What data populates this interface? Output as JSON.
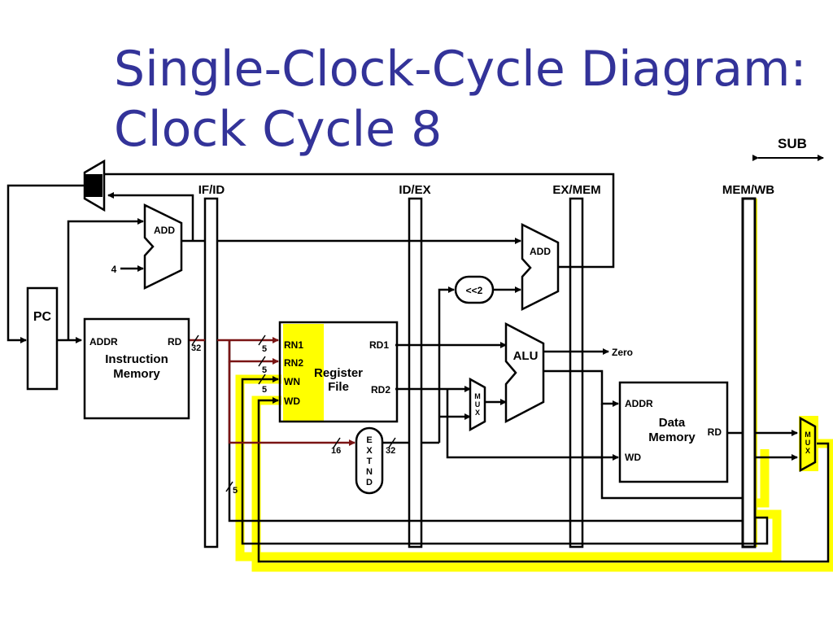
{
  "title": {
    "line1": "Single-Clock-Cycle Diagram:",
    "line2": "Clock Cycle 8"
  },
  "instruction": "SUB",
  "pipeline_registers": [
    "IF/ID",
    "ID/EX",
    "EX/MEM",
    "MEM/WB"
  ],
  "blocks": {
    "pc": "PC",
    "add": "ADD",
    "four": "4",
    "imem_addr": "ADDR",
    "imem_rd": "RD",
    "imem_line1": "Instruction",
    "imem_line2": "Memory",
    "rn1": "RN1",
    "rn2": "RN2",
    "wn": "WN",
    "wd": "WD",
    "rf_line1": "Register",
    "rf_line2": "File",
    "rd1": "RD1",
    "rd2": "RD2",
    "shift": "<<2",
    "extend": [
      "E",
      "X",
      "T",
      "N",
      "D"
    ],
    "mux": [
      "M",
      "U",
      "X"
    ],
    "alu": "ALU",
    "zero": "Zero",
    "dmem_addr": "ADDR",
    "dmem_wd": "WD",
    "dmem_rd": "RD",
    "dmem_line1": "Data",
    "dmem_line2": "Memory"
  },
  "bus_widths": {
    "w32a": "32",
    "w5a": "5",
    "w5b": "5",
    "w5c": "5",
    "w16": "16",
    "w32b": "32",
    "w5d": "5"
  },
  "colors": {
    "title": "#333399",
    "highlight": "#ffff00",
    "bus": "#7a1414"
  }
}
